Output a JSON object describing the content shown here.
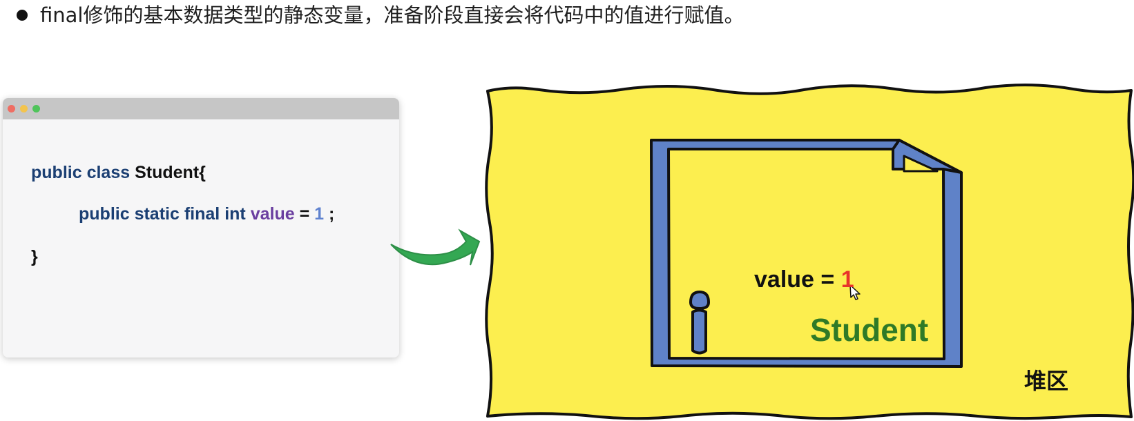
{
  "bullet": {
    "text": "final修饰的基本数据类型的静态变量，准备阶段直接会将代码中的值进行赋值。"
  },
  "code": {
    "line1": {
      "public": "public",
      "class": "class",
      "name": "Student{"
    },
    "line2": {
      "public": "public",
      "static": "static",
      "final": "final",
      "int": "int",
      "value": "value",
      "equals": "=",
      "number": "1",
      "semicolon": ";"
    },
    "line3": {
      "close": "}"
    }
  },
  "diagram": {
    "object_value_prefix": "value = ",
    "object_value_number": "1",
    "object_name": "Student",
    "heap_label": "堆区"
  },
  "colors": {
    "heap_yellow": "#fcee4f",
    "object_blue": "#5f82c8",
    "arrow_green": "#34a853",
    "student_green": "#2f7a27",
    "value_red": "#e8332a"
  },
  "icons": {
    "cursor": "cursor-icon",
    "info_mark": "info-icon"
  }
}
